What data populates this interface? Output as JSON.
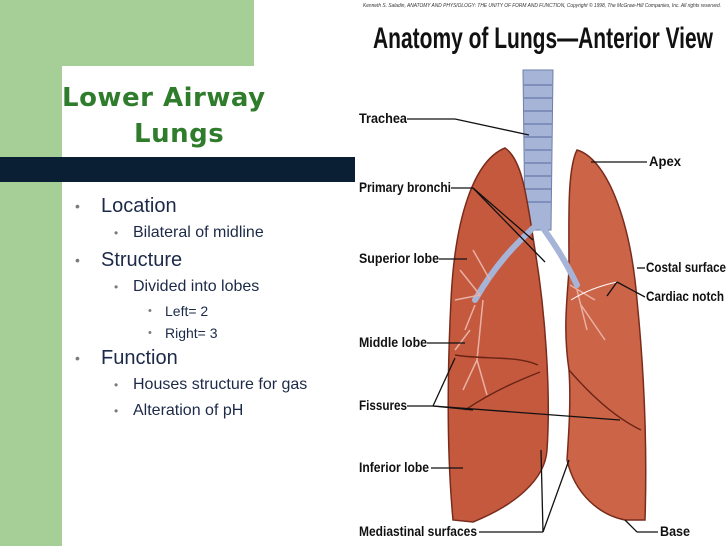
{
  "slide": {
    "title_line1": "Lower Airway",
    "title_line2": "Lungs",
    "bullets": [
      {
        "text": "Location",
        "children": [
          {
            "text": "Bilateral of midline"
          }
        ]
      },
      {
        "text": "Structure",
        "children": [
          {
            "text": "Divided into lobes",
            "children": [
              {
                "text": "Left= 2"
              },
              {
                "text": "Right= 3"
              }
            ]
          }
        ]
      },
      {
        "text": "Function",
        "children": [
          {
            "text": "Houses structure for gas"
          },
          {
            "text": "Alteration of pH"
          }
        ]
      }
    ]
  },
  "figure": {
    "credit": "Kenneth S. Saladin, ANATOMY AND PHYSIOLOGY: THE UNITY OF FORM AND FUNCTION, Copyright © 1998, The McGraw-Hill Companies, Inc. All rights reserved.",
    "title": "Anatomy of Lungs—Anterior View",
    "labels": {
      "trachea": "Trachea",
      "primary_bronchi": "Primary bronchi",
      "superior_lobe": "Superior lobe",
      "middle_lobe": "Middle lobe",
      "fissures": "Fissures",
      "inferior_lobe": "Inferior lobe",
      "mediastinal_surfaces": "Mediastinal surfaces",
      "apex": "Apex",
      "costal_surface": "Costal surface",
      "cardiac_notch": "Cardiac notch",
      "base": "Base"
    }
  },
  "colors": {
    "green": "#a5cf96",
    "title_green": "#2f7d2c",
    "navy_bar": "#0b1f34",
    "body_text": "#1c2a48",
    "lung": "#c4593e",
    "trachea": "#a6b4d8"
  }
}
